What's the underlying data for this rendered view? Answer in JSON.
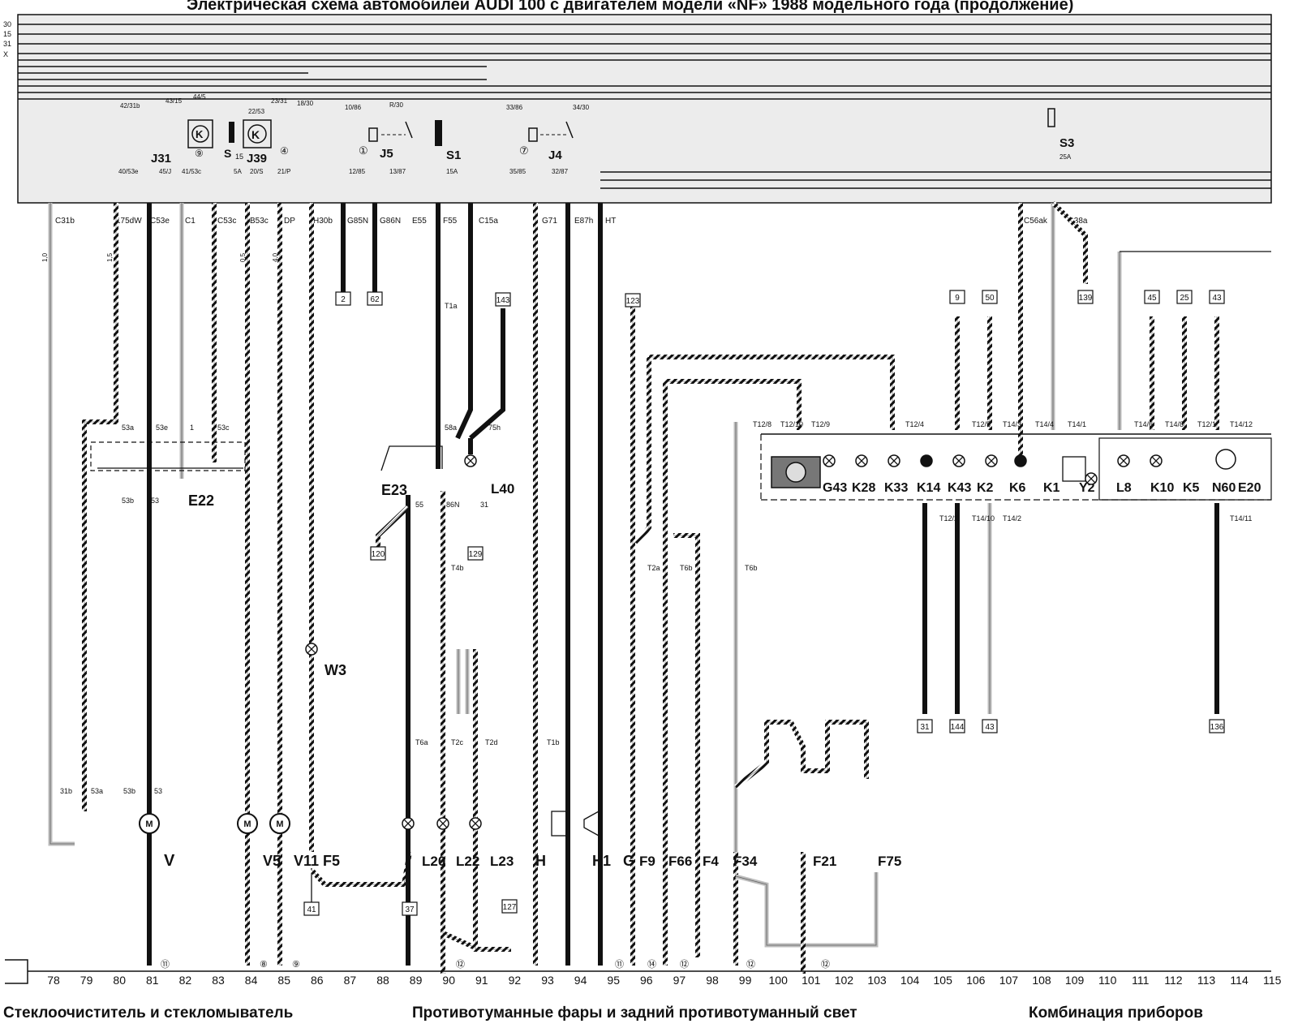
{
  "header": {
    "title": "Электрическая схема автомобилей AUDI 100 с двигателем модели «NF» 1988 модельного года (продолжение)"
  },
  "buses": [
    "30",
    "15",
    "31",
    "X"
  ],
  "relay_panel": {
    "relays": [
      {
        "id": "J31",
        "badge": "⑨",
        "pins_top": [
          "42/31b",
          "43/15",
          "44/5"
        ],
        "pins_bottom": [
          "40/53e",
          "45/J",
          "41/53c"
        ]
      },
      {
        "id": "J39",
        "badge": "④",
        "pins_top": [
          "22/53",
          "23/31",
          "18/30"
        ],
        "pins_bottom": [
          "20/S",
          "21/P"
        ]
      },
      {
        "id": "J5",
        "badge": "①",
        "pins_top": [
          "10/86",
          "R/30"
        ],
        "pins_bottom": [
          "12/85",
          "13/87"
        ]
      },
      {
        "id": "J4",
        "badge": "⑦",
        "pins_top": [
          "33/86",
          "34/30"
        ],
        "pins_bottom": [
          "35/85",
          "32/87"
        ]
      }
    ],
    "fuses": [
      {
        "id": "S",
        "num": "15",
        "rating": "5A"
      },
      {
        "id": "S1",
        "rating": "15A"
      },
      {
        "id": "S3",
        "rating": "25A"
      }
    ],
    "connectors": [
      "C31b",
      "175dW",
      "C53e",
      "C1",
      "C53c",
      "B53c",
      "DP",
      "H30b",
      "G85N",
      "G86N",
      "E55",
      "F55",
      "C15a",
      "G71",
      "E87h",
      "HT",
      "C56ak",
      "G38a"
    ]
  },
  "wire_sizes": [
    "1,0",
    "1,5",
    "0,5",
    "4,0"
  ],
  "ref_boxes": [
    "2",
    "62",
    "143",
    "123",
    "9",
    "50",
    "139",
    "45",
    "25",
    "43",
    "120",
    "129",
    "41",
    "37",
    "127",
    "31",
    "144",
    "43",
    "136"
  ],
  "pin_labels": [
    "31b",
    "53a",
    "53b",
    "53",
    "53e",
    "1",
    "53c",
    "58a",
    "75h",
    "55",
    "86N",
    "31",
    "T1a",
    "T4b",
    "T6a",
    "T2c",
    "T2d",
    "T1b",
    "T2a",
    "T6b",
    "T12/8",
    "T12/10",
    "T12/9",
    "T12/4",
    "T12/5",
    "T14/3",
    "T14/4",
    "T14/1",
    "T14/6",
    "T14/8",
    "T12/1",
    "T14/12",
    "T12/2",
    "T14/10",
    "T14/2",
    "T14/11"
  ],
  "components": [
    "V",
    "V5",
    "V11",
    "F5",
    "W3",
    "E22",
    "E23",
    "L20",
    "L22",
    "L23",
    "L40",
    "H",
    "H1",
    "G",
    "F9",
    "F66",
    "F4",
    "F34",
    "F21",
    "F75",
    "G43",
    "K28",
    "K33",
    "K14",
    "K43",
    "K2",
    "K6",
    "K1",
    "Y2",
    "L8",
    "K10",
    "K5",
    "N60",
    "E20"
  ],
  "ground_badges": [
    "⑪",
    "⑧",
    "⑨",
    "⑫",
    "⑪",
    "⑭",
    "⑫",
    "⑫",
    "⑫"
  ],
  "track_numbers": [
    "78",
    "79",
    "80",
    "81",
    "82",
    "83",
    "84",
    "85",
    "86",
    "87",
    "88",
    "89",
    "90",
    "91",
    "92",
    "93",
    "94",
    "95",
    "96",
    "97",
    "98",
    "99",
    "100",
    "101",
    "102",
    "103",
    "104",
    "105",
    "106",
    "107",
    "108",
    "109",
    "110",
    "111",
    "112",
    "113",
    "114",
    "115"
  ],
  "sections": [
    {
      "label": "Стеклоочиститель и стекломыватель"
    },
    {
      "label": "Противотуманные фары и задний противотуманный свет"
    },
    {
      "label": "Комбинация приборов"
    }
  ],
  "colors": {
    "ink": "#111111",
    "panel": "#ececec",
    "wire_light": "#bdbdbd",
    "paper": "#ffffff"
  }
}
